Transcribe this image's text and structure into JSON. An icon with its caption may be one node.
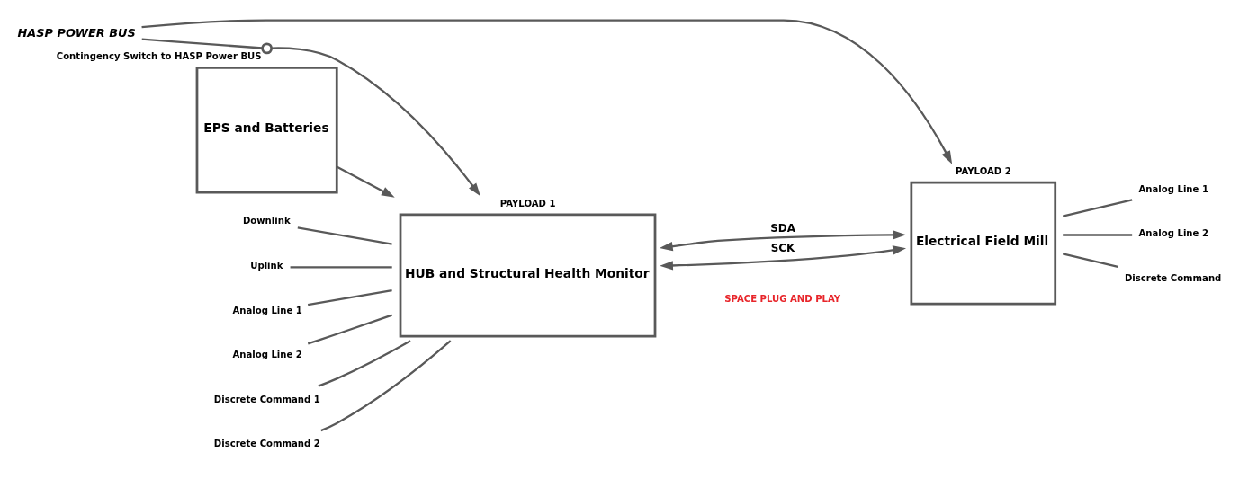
{
  "diagram": {
    "nodes": [
      {
        "text": [
          "PAYLOAD 1",
          "HUB and Structural Health Monitor"
        ]
      },
      {
        "text": [
          "PAYLOAD 2",
          "Electrical Field Mill"
        ]
      },
      {
        "text": [
          "EPS and Batteries"
        ]
      },
      {
        "text": [
          "HASP POWER BUS"
        ]
      },
      {
        "text": [],
        "shape": "switch",
        "beside": [
          "Contingency Switch to HASP Power BUS"
        ]
      },
      {
        "text": [
          "Downlink"
        ]
      },
      {
        "text": [
          "Uplink"
        ]
      },
      {
        "text": [
          "Analog Line 1"
        ]
      },
      {
        "text": [
          "Analog Line 2"
        ]
      },
      {
        "text": [
          "Discrete Command 1"
        ]
      },
      {
        "text": [
          "Discrete Command 2"
        ]
      },
      {
        "text": [
          "Analog Line 1"
        ]
      },
      {
        "text": [
          "Analog Line 2"
        ]
      },
      {
        "text": [
          "Discrete Command"
        ]
      }
    ],
    "edges": [
      {
        "from": 5,
        "to": 0,
        "arrow": "none"
      },
      {
        "from": 6,
        "to": 0,
        "arrow": "none"
      },
      {
        "from": 7,
        "to": 0,
        "arrow": "none"
      },
      {
        "from": 8,
        "to": 0,
        "arrow": "none"
      },
      {
        "from": 9,
        "to": 0,
        "arrow": "none"
      },
      {
        "from": 10,
        "to": 0,
        "arrow": "none"
      },
      {
        "from": 1,
        "to": 11,
        "arrow": "none"
      },
      {
        "from": 1,
        "to": 12,
        "arrow": "none"
      },
      {
        "from": 1,
        "to": 13,
        "arrow": "none"
      },
      {
        "from": 0,
        "to": 1,
        "arrow": "both",
        "label": "SDA"
      },
      {
        "from": 0,
        "to": 1,
        "arrow": "both",
        "label": "SCK"
      },
      {
        "from": 2,
        "to": 0,
        "arrow": "to"
      },
      {
        "from": 3,
        "to": 1,
        "arrow": "to"
      },
      {
        "from": 4,
        "to": 0,
        "arrow": "to"
      },
      {
        "from": 3,
        "to": 4,
        "arrow": "none"
      }
    ],
    "labels": [
      "SPACE PLUG AND PLAY"
    ]
  }
}
